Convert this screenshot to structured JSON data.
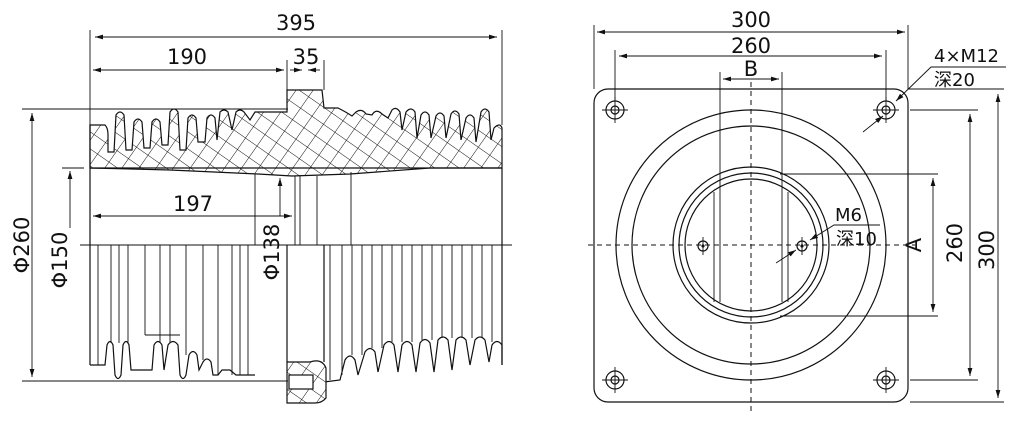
{
  "side_view": {
    "length_total": "395",
    "length_left": "190",
    "flange_width": "35",
    "length_inner": "197",
    "dia_outer": "Φ260",
    "dia_inner": "Φ150",
    "dia_bore": "Φ138"
  },
  "front_view": {
    "width_total": "300",
    "bolt_spacing_h": "260",
    "slot_width": "B",
    "bolt_spec": "4×M12",
    "bolt_depth": "深20",
    "small_hole_spec": "M6",
    "small_hole_depth": "深10",
    "inner_dim": "A",
    "bolt_spacing_v": "260",
    "height_total": "300"
  }
}
